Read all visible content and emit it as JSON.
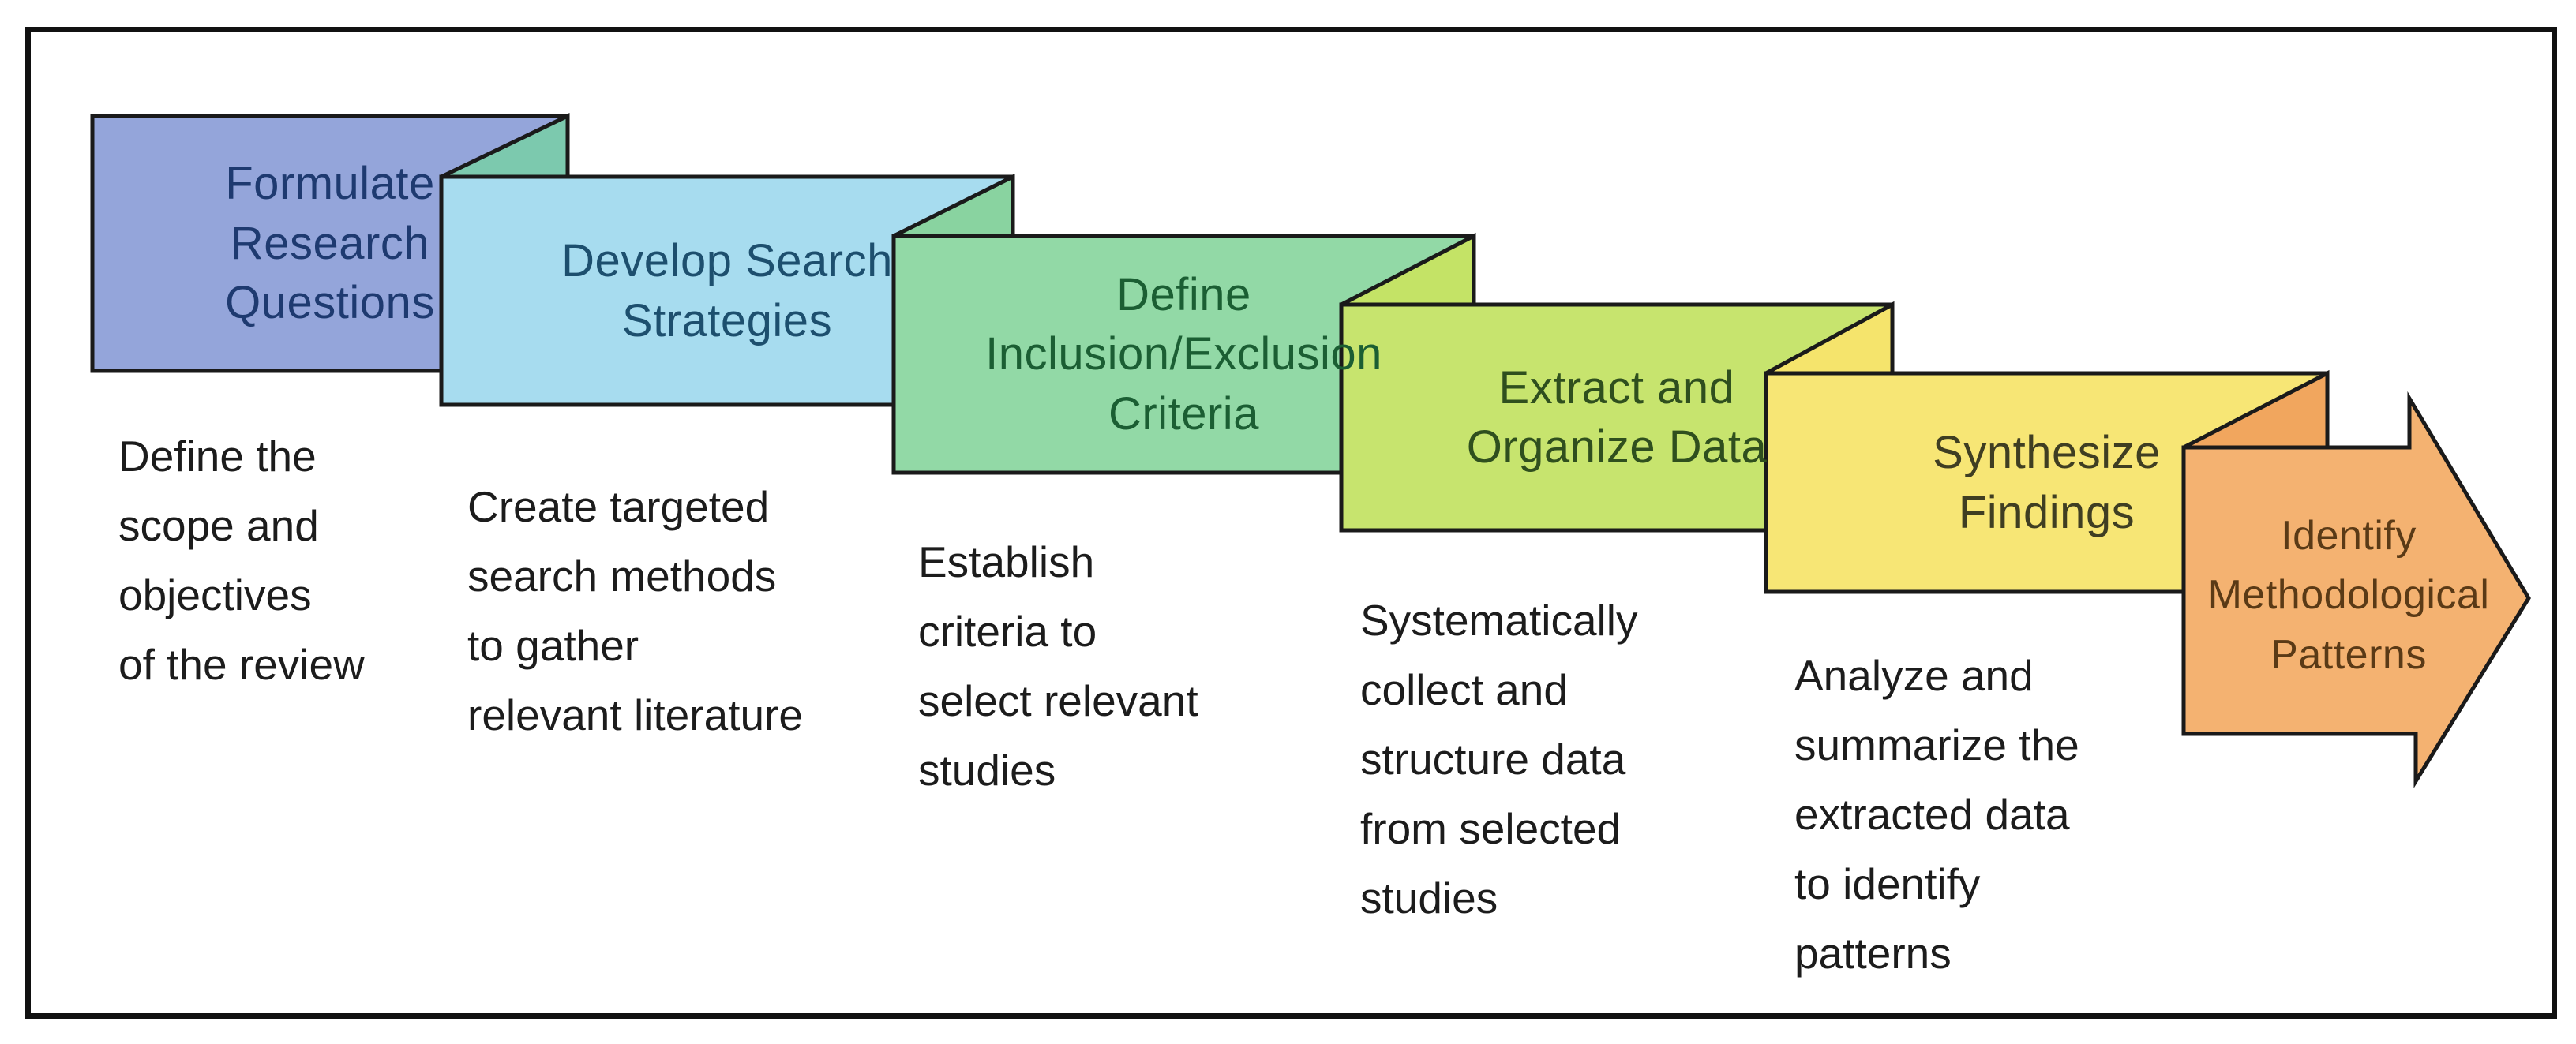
{
  "colors": {
    "background": "#ffffff",
    "frame_border": "#111111",
    "shape_outline": "#1a1a1a",
    "description_text": "#1c1c1c"
  },
  "steps": [
    {
      "title": "Formulate\nResearch\nQuestions",
      "description": "Define the\nscope and\nobjectives\nof the review",
      "box_fill": "#94a5da",
      "fold_fill": "#7cc9ae",
      "title_color": "#1e3a70"
    },
    {
      "title": "Develop Search\nStrategies",
      "description": "Create targeted\nsearch methods\nto gather\nrelevant literature",
      "box_fill": "#a7dcef",
      "fold_fill": "#89d3a0",
      "title_color": "#1d4f6e"
    },
    {
      "title": "Define\nInclusion/Exclusion\nCriteria",
      "description": "Establish\ncriteria to\nselect relevant\nstudies",
      "box_fill": "#92d9a6",
      "fold_fill": "#c4e366",
      "title_color": "#1b5e33"
    },
    {
      "title": "Extract and\nOrganize Data",
      "description": "Systematically\ncollect and\nstructure data\nfrom selected\nstudies",
      "box_fill": "#c7e46e",
      "fold_fill": "#f5e46c",
      "title_color": "#2f4f1e"
    },
    {
      "title": "Synthesize\nFindings",
      "description": "Analyze and\nsummarize the\nextracted data\nto identify\npatterns",
      "box_fill": "#f7e675",
      "fold_fill": "#f1a65e",
      "title_color": "#3f3e22"
    },
    {
      "title": "Identify\nMethodological\nPatterns",
      "box_fill": "#f4b271",
      "title_color": "#5a3a16"
    }
  ]
}
